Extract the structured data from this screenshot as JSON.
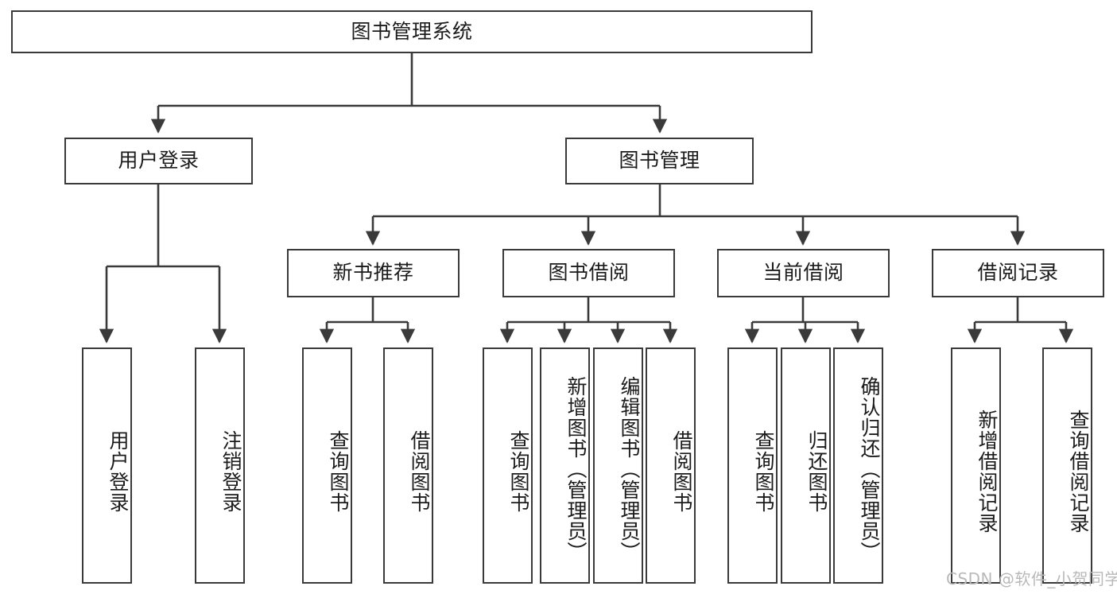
{
  "diagram": {
    "type": "tree-hierarchy",
    "title": "图书管理系统",
    "watermark": "CSDN @软件_小贺同学",
    "colors": {
      "stroke": "#3a3a3a",
      "fill": "#ffffff",
      "text": "#1b1b1b",
      "watermark": "#b9b9b9"
    },
    "root": {
      "label": "图书管理系统"
    },
    "level2": [
      {
        "id": "user-login",
        "label": "用户登录"
      },
      {
        "id": "book-management",
        "label": "图书管理"
      }
    ],
    "level3": [
      {
        "id": "new-book-recommend",
        "label": "新书推荐"
      },
      {
        "id": "book-borrow",
        "label": "图书借阅"
      },
      {
        "id": "current-borrow",
        "label": "当前借阅"
      },
      {
        "id": "borrow-record",
        "label": "借阅记录"
      }
    ],
    "leaves": {
      "user_login": [
        {
          "id": "leaf-user-login",
          "label": "用户登录"
        },
        {
          "id": "leaf-logout-login",
          "label": "注销登录"
        }
      ],
      "new_book_recommend": [
        {
          "id": "leaf-query-book-1",
          "label": "查询图书"
        },
        {
          "id": "leaf-borrow-book-1",
          "label": "借阅图书"
        }
      ],
      "book_borrow": [
        {
          "id": "leaf-query-book-2",
          "label": "查询图书"
        },
        {
          "id": "leaf-add-book",
          "label": "新增图书（管理员）"
        },
        {
          "id": "leaf-edit-book",
          "label": "编辑图书（管理员）"
        },
        {
          "id": "leaf-borrow-book-2",
          "label": "借阅图书"
        }
      ],
      "current_borrow": [
        {
          "id": "leaf-query-book-3",
          "label": "查询图书"
        },
        {
          "id": "leaf-return-book",
          "label": "归还图书"
        },
        {
          "id": "leaf-confirm-return",
          "label": "确认归还（管理员）"
        }
      ],
      "borrow_record": [
        {
          "id": "leaf-add-record",
          "label": "新增借阅记录"
        },
        {
          "id": "leaf-query-record",
          "label": "查询借阅记录"
        }
      ]
    }
  }
}
